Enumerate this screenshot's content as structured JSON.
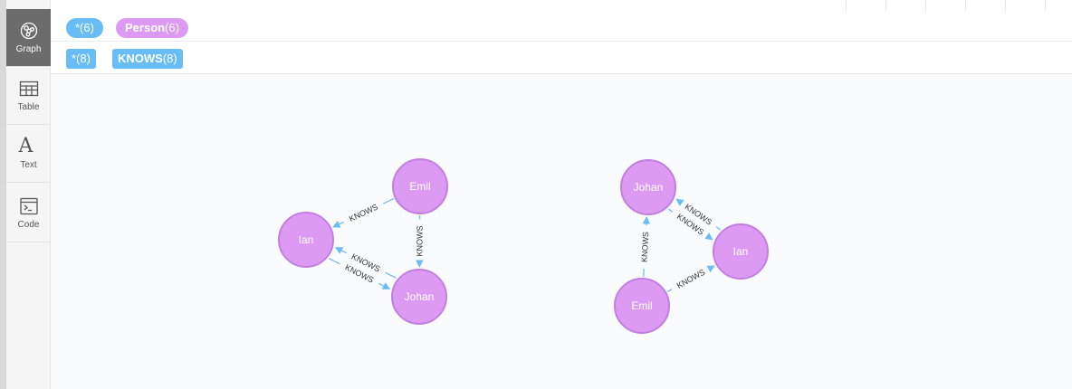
{
  "sidebar": {
    "items": [
      {
        "label": "Graph",
        "icon": "graph-icon",
        "active": true
      },
      {
        "label": "Table",
        "icon": "table-icon"
      },
      {
        "label": "Text",
        "icon": "text-icon",
        "glyph": "A"
      },
      {
        "label": "Code",
        "icon": "code-icon"
      }
    ]
  },
  "legend": {
    "nodes": {
      "all_label": "*(6)",
      "labels": [
        {
          "name": "Person",
          "count": "(6)",
          "color": "#dc9af3"
        }
      ],
      "all_color": "#68bdf6"
    },
    "relationships": {
      "all_label": "*(8)",
      "types": [
        {
          "name": "KNOWS",
          "count": "(8)",
          "color": "#68bdf6"
        }
      ],
      "all_color": "#68bdf6"
    }
  },
  "graph": {
    "node_fill": "#dc9af3",
    "node_stroke": "#c37fe0",
    "edge_color": "#68bdf6",
    "nodes": [
      {
        "id": "emil1",
        "label": "Emil"
      },
      {
        "id": "ian1",
        "label": "Ian"
      },
      {
        "id": "johan1",
        "label": "Johan"
      },
      {
        "id": "johan2",
        "label": "Johan"
      },
      {
        "id": "ian2",
        "label": "Ian"
      },
      {
        "id": "emil2",
        "label": "Emil"
      }
    ],
    "edges": [
      {
        "from": "emil1",
        "to": "ian1",
        "label": "KNOWS"
      },
      {
        "from": "emil1",
        "to": "johan1",
        "label": "KNOWS"
      },
      {
        "from": "johan1",
        "to": "ian1",
        "label": "KNOWS"
      },
      {
        "from": "ian1",
        "to": "johan1",
        "label": "KNOWS"
      },
      {
        "from": "ian2",
        "to": "johan2",
        "label": "KNOWS"
      },
      {
        "from": "johan2",
        "to": "ian2",
        "label": "KNOWS"
      },
      {
        "from": "emil2",
        "to": "johan2",
        "label": "KNOWS"
      },
      {
        "from": "emil2",
        "to": "ian2",
        "label": "KNOWS"
      }
    ]
  }
}
